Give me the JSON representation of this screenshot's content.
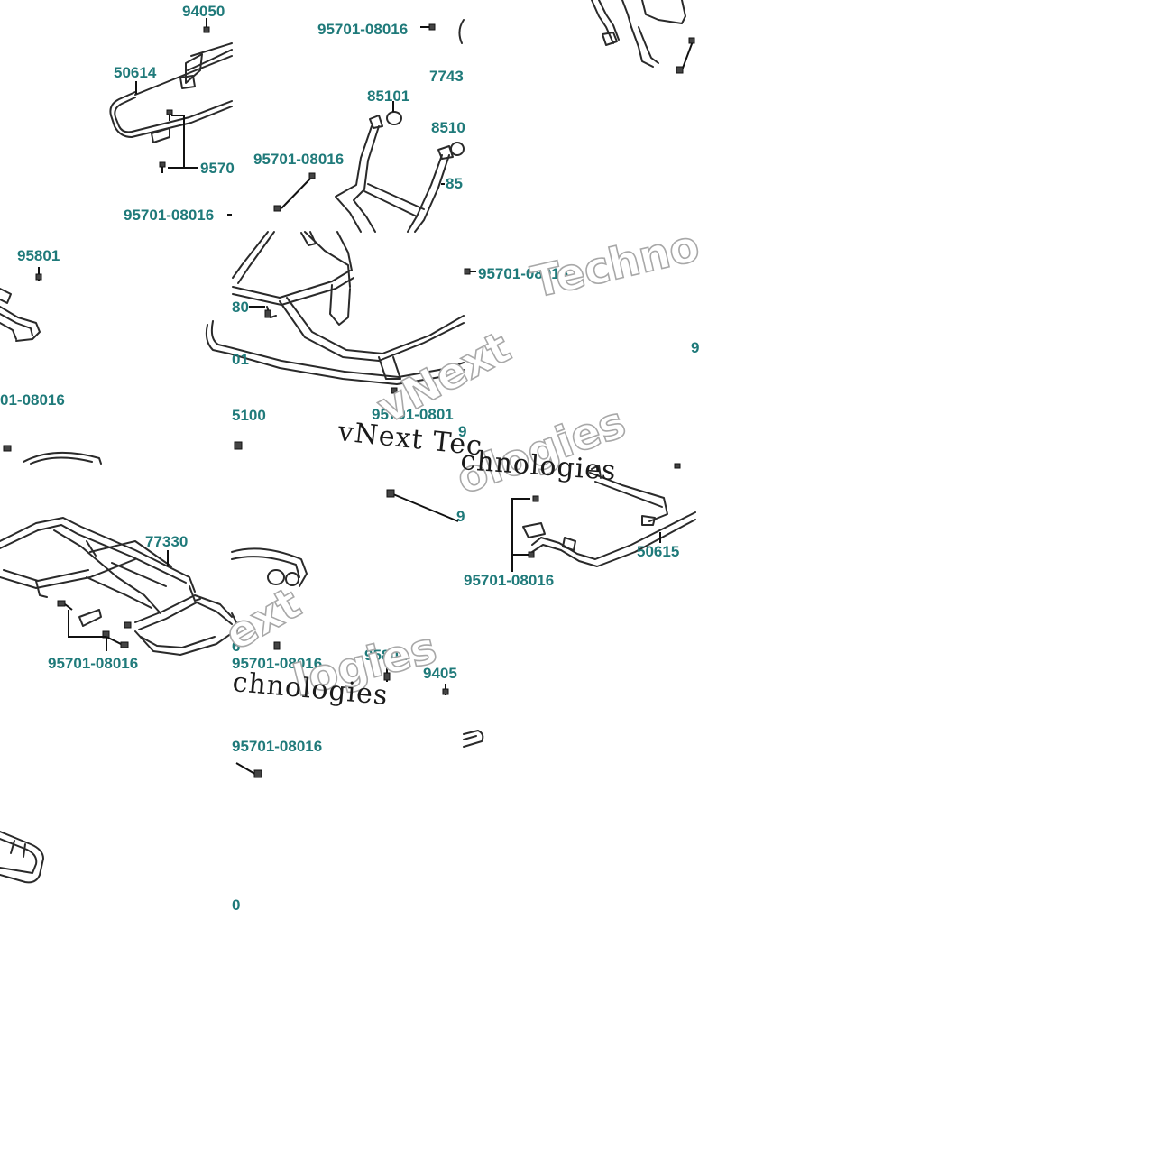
{
  "tile_a": {
    "part_94050": "94050",
    "part_50614": "50614",
    "part_9570_cut": "9570",
    "part_95701_bottom": "95701-08016"
  },
  "tile_b": {
    "part_95701_top": "95701-08016",
    "part_7743_cut": "7743",
    "part_85101": "85101",
    "part_8510_cut": "8510",
    "part_95701_left": "95701-08016",
    "part_85_cut": "85"
  },
  "tile_d": {
    "part_95801": "95801",
    "part_01_08016_cut": "01-08016"
  },
  "tile_e": {
    "part_80_cut": "80",
    "part_01_cut": "01",
    "part_5100_cut": "5100",
    "part_95701_cut": "95701-0801",
    "part_9_cut": "9"
  },
  "tile_f": {
    "part_95701": "95701-08016",
    "part_9_cut": "9"
  },
  "tile_g": {
    "part_77330": "77330",
    "part_95701": "95701-08016"
  },
  "tile_h": {
    "part_9_cut": "9",
    "part_95701": "95701-08016",
    "part_95801": "95801",
    "part_9405_cut": "9405",
    "part_6_cut": "6"
  },
  "tile_i": {
    "part_50615": "50615",
    "part_95701": "95701-08016"
  },
  "tile_k": {
    "part_95701": "95701-08016",
    "part_0_cut": "0"
  },
  "watermark": {
    "serif_line_1": "vNext Tec",
    "serif_line_2": "chnologies",
    "serif_line_3": "chnologies",
    "ghost_1": "Techno",
    "ghost_2": "vNext",
    "ghost_3": "ologies",
    "ghost_4": "ext",
    "ghost_5": "logies"
  },
  "colors": {
    "label": "#1f7a7a",
    "line": "#2a2a2a",
    "background": "#ffffff"
  }
}
